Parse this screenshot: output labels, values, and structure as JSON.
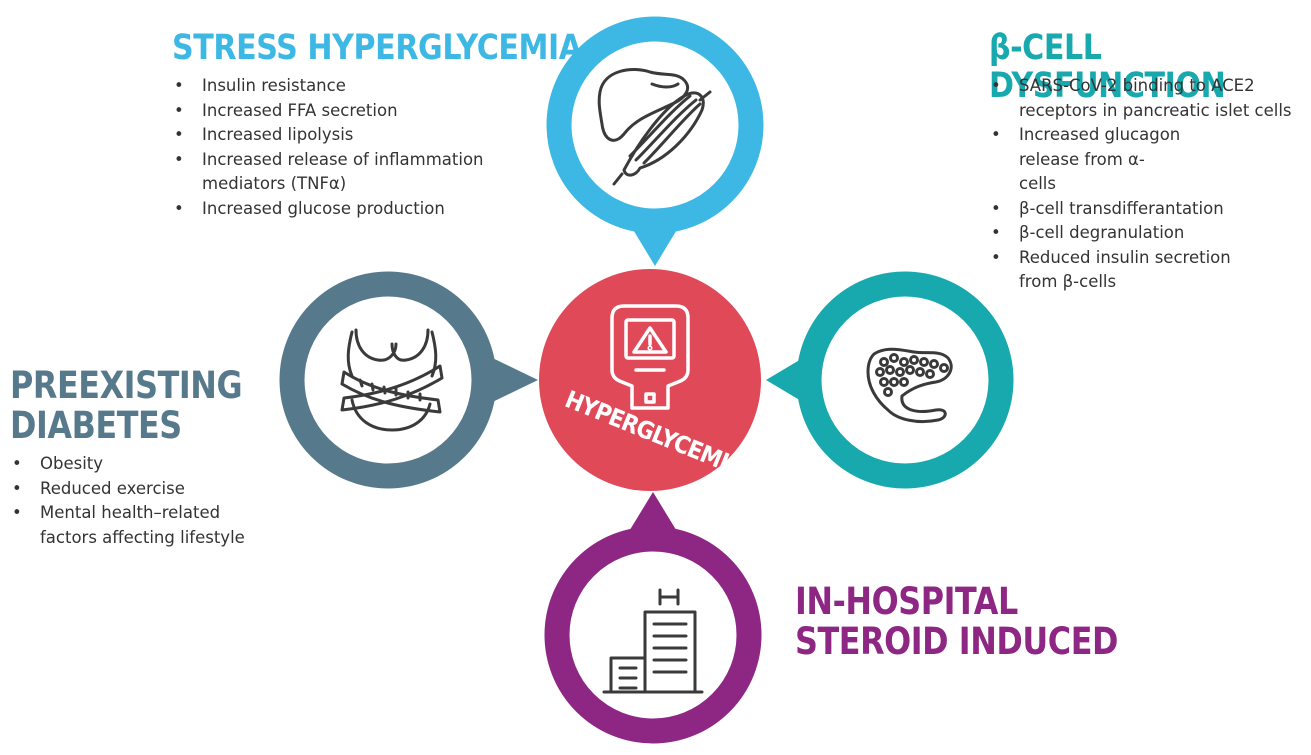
{
  "colors": {
    "stress": "#3db8e4",
    "preexisting": "#56798b",
    "beta_cell": "#17a9ad",
    "hospital": "#8e2683",
    "center": "#e04a58",
    "icon_stroke": "#3a3a3a"
  },
  "center": {
    "label": "HYPERGLYCEMIA",
    "icon": "glucose-meter-warning-icon"
  },
  "stress": {
    "heading": "STRESS HYPERGLYCEMIA",
    "icon": "liver-and-muscle-icon",
    "items": [
      "Insulin resistance",
      "Increased FFA secretion",
      "Increased lipolysis",
      "Increased release of inflammation mediators (TNFα)",
      "Increased glucose production"
    ]
  },
  "beta_cell": {
    "heading": "β-CELL DYSFUNCTION",
    "icon": "pancreas-icon",
    "items": [
      "SARS-CoV-2 binding to ACE2 receptors in pancreatic islet cells",
      "Increased glucagon release from α-cells",
      "β-cell transdifferantation",
      "β-cell degranulation",
      "Reduced insulin secretion from β-cells"
    ]
  },
  "preexisting": {
    "heading_line1": "PREEXISTING",
    "heading_line2": "DIABETES",
    "icon": "waist-measuring-tape-icon",
    "items": [
      "Obesity",
      "Reduced exercise",
      "Mental health–related factors affecting lifestyle"
    ]
  },
  "hospital": {
    "heading_line1": "IN-HOSPITAL",
    "heading_line2": "STEROID INDUCED",
    "icon": "hospital-building-icon"
  }
}
